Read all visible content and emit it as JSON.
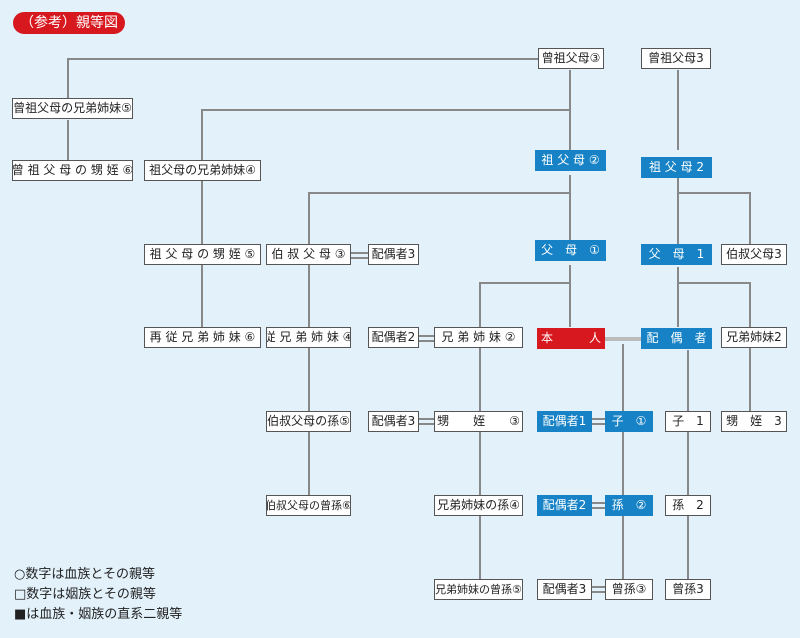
{
  "title": "（参考）親等図",
  "boxes": {
    "sosofubo_l": "曾祖父母③",
    "sosofubo_r": "曾祖父母3",
    "sosofubo_kyodai": "曾祖父母の兄弟姉妹⑤",
    "sosofubo_oimei": "曾 祖 父 母 の 甥 姪 ⑥",
    "sofubo_kyodai": "祖父母の兄弟姉妹④",
    "sofubo_l": "祖 父 母 ②",
    "sofubo_r": "祖 父 母 2",
    "sofubo_oimei": "祖 父 母 の 甥 姪 ⑤",
    "hakushuku": "伯 叔 父 母 ③",
    "hakushuku_haigu": "配偶者3",
    "fubo_l": "父　母　①",
    "fubo_r": "父　母　1",
    "hakushuku_r": "伯叔父母3",
    "saijuu": "再 従 兄 弟 姉 妹 ⑥",
    "ijuu": "従 兄 弟 姉 妹 ④",
    "kyodai_haigu": "配偶者2",
    "kyodai": "兄 弟 姉 妹 ②",
    "honnin": "本　　　人",
    "haigusha": "配　偶　者",
    "kyodai_r": "兄弟姉妹2",
    "hakushuku_mago": "伯叔父母の孫⑤",
    "oimei_haigu": "配偶者3",
    "oimei": "甥　　姪　　③",
    "ko_haigu": "配偶者1",
    "ko_l": "子　①",
    "ko_r": "子　1",
    "oimei_r": "甥　姪　3",
    "hakushuku_himago": "伯叔父母の曾孫⑥",
    "kyodai_mago": "兄弟姉妹の孫④",
    "mago_haigu": "配偶者2",
    "mago_l": "孫　②",
    "mago_r": "孫　2",
    "kyodai_himago": "兄弟姉妹の曾孫⑤",
    "himago_haigu": "配偶者3",
    "himago_l": "曾孫③",
    "himago_r": "曾孫3"
  },
  "legend": {
    "blood": "○数字は血族とその親等",
    "affinity": "□数字は姻族とその親等",
    "direct": "■は血族・姻族の直系二親等"
  },
  "colors": {
    "blue": "#1783c6",
    "red": "#d7181f",
    "line": "#888888",
    "background": "#e3f1fb"
  }
}
